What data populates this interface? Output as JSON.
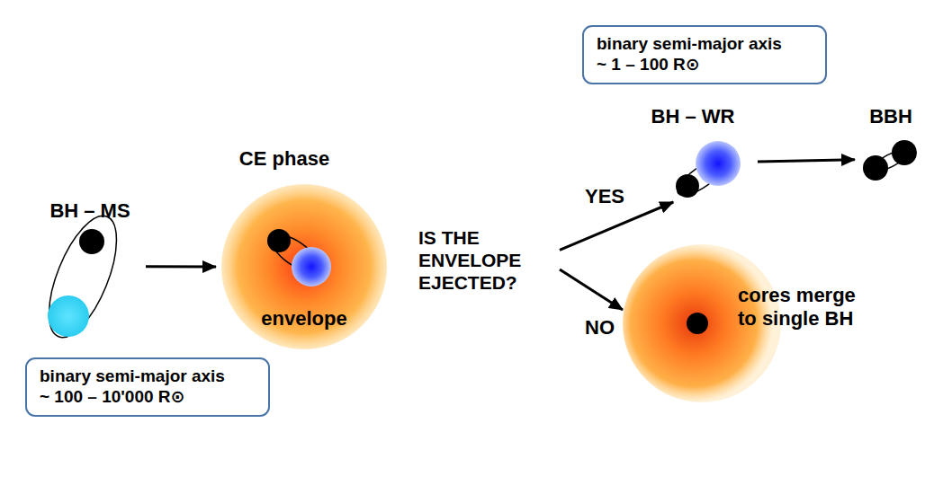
{
  "diagram": {
    "nodes": [
      {
        "text": [
          "BH – MS"
        ]
      },
      {
        "text": [
          "binary semi-major axis ~ 100 – 10'000 R⊙"
        ]
      },
      {
        "text": [
          "CE phase",
          "envelope"
        ]
      },
      {
        "text": [
          "IS THE ENVELOPE EJECTED?"
        ]
      },
      {
        "text": [
          "binary semi-major axis ~ 1 – 100 R⊙"
        ]
      },
      {
        "text": [
          "BH – WR"
        ]
      },
      {
        "text": [
          "BBH"
        ]
      },
      {
        "text": [
          "cores merge to single BH"
        ]
      }
    ],
    "edges": [
      {
        "from": 0,
        "to": 2,
        "arrow": "to"
      },
      {
        "from": 3,
        "to": 5,
        "label": "YES",
        "arrow": "to"
      },
      {
        "from": 3,
        "to": 7,
        "label": "NO",
        "arrow": "to"
      },
      {
        "from": 5,
        "to": 6,
        "arrow": "to"
      }
    ]
  }
}
